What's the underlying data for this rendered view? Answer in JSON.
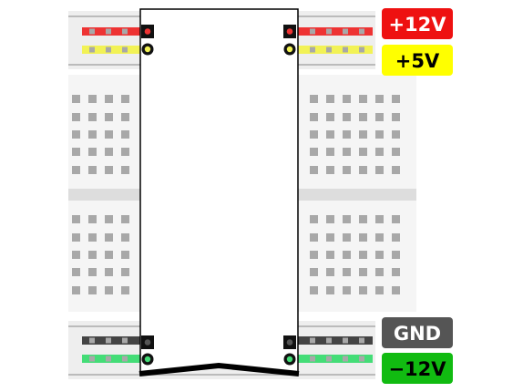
{
  "rails": {
    "plus12": {
      "label": "+12V",
      "color": "#ee1111",
      "text_color": "#ffffff"
    },
    "plus5": {
      "label": "+5V",
      "color": "#ffff00",
      "text_color": "#000000"
    },
    "gnd": {
      "label": "GND",
      "color": "#555555",
      "text_color": "#ffffff"
    },
    "minus12": {
      "label": "−12V",
      "color": "#11bb11",
      "text_color": "#000000"
    }
  },
  "breadboard": {
    "bus_strip_color": "#eeeeee",
    "hole_color": "#a8a8a8",
    "strip_colors": {
      "red": "#ee3333",
      "yellow": "#f2f255",
      "dark": "#444444",
      "green": "#44dd77"
    },
    "module_color": "#ffffff",
    "module_outline": "#000000"
  }
}
